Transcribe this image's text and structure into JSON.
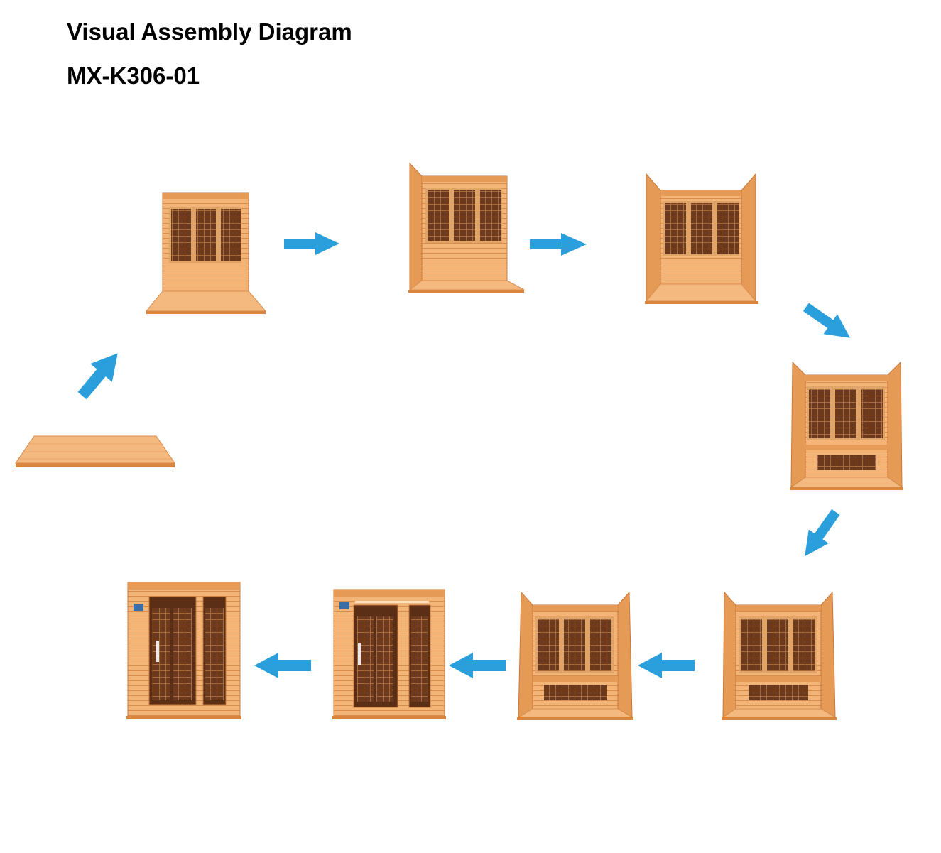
{
  "header": {
    "title": "Visual Assembly Diagram",
    "model": "MX-K306-01"
  },
  "colors": {
    "wood_light": "#f2b477",
    "wood_mid": "#e59a55",
    "wood_dark": "#c9773a",
    "window_dark": "#6b3a1e",
    "arrow": "#2b9fdc"
  },
  "steps": [
    {
      "stage": "floor-base"
    },
    {
      "stage": "back-wall"
    },
    {
      "stage": "left-side-wall"
    },
    {
      "stage": "right-side-wall"
    },
    {
      "stage": "bench-installed"
    },
    {
      "stage": "roof-frame"
    },
    {
      "stage": "heater-panels"
    },
    {
      "stage": "front-wall"
    },
    {
      "stage": "complete-with-door"
    }
  ],
  "arrows": [
    {
      "direction": "up-right"
    },
    {
      "direction": "right"
    },
    {
      "direction": "right"
    },
    {
      "direction": "down-right"
    },
    {
      "direction": "down-left"
    },
    {
      "direction": "left"
    },
    {
      "direction": "left"
    },
    {
      "direction": "left"
    }
  ]
}
